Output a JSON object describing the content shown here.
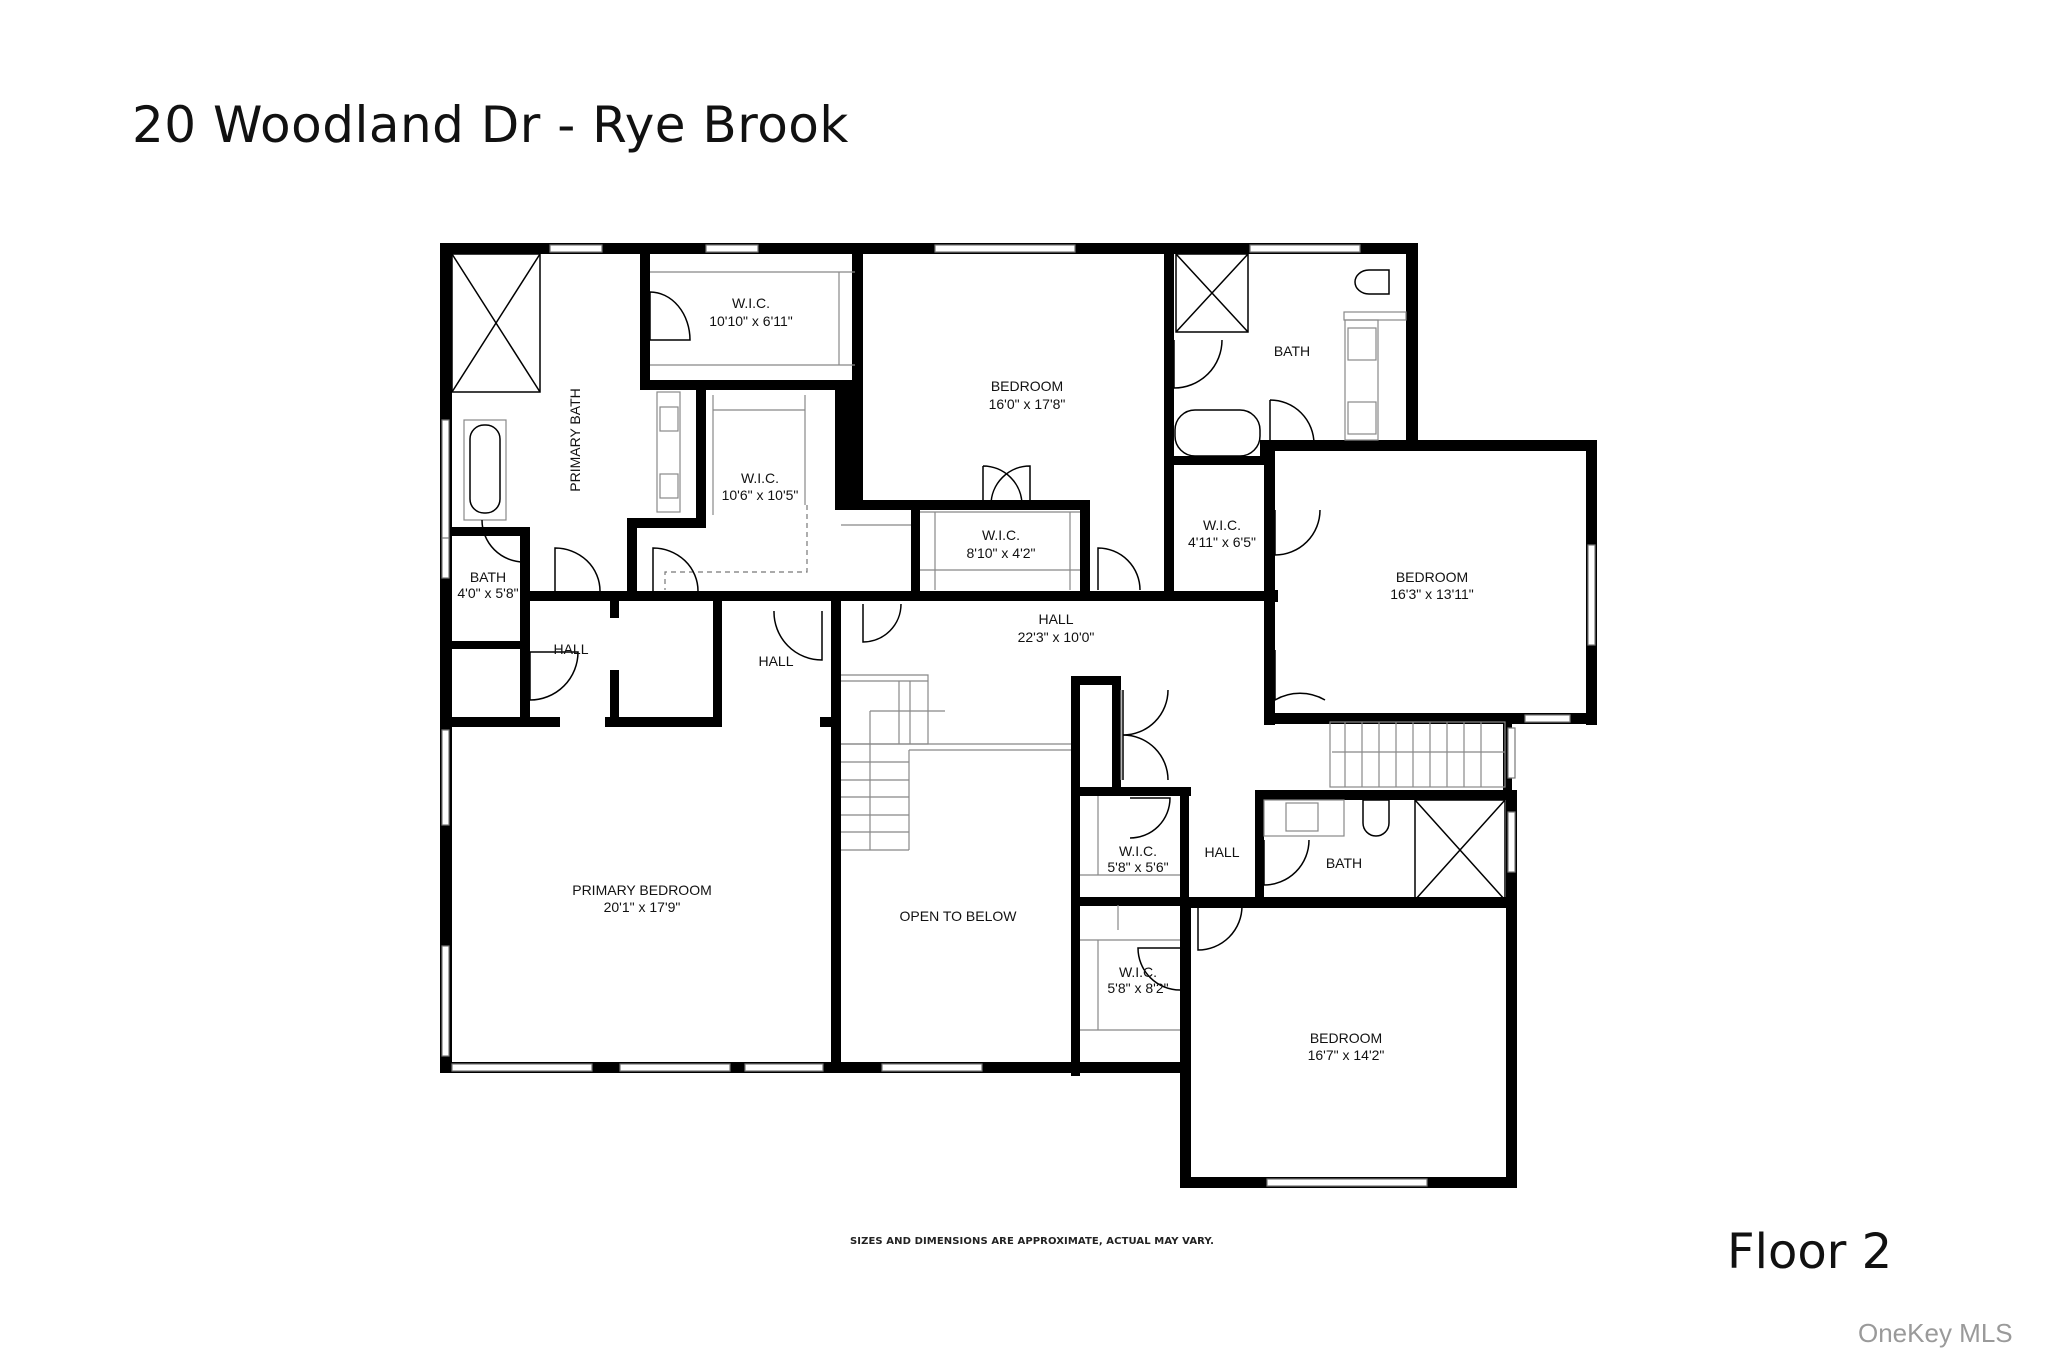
{
  "header": {
    "title": "20 Woodland Dr - Rye Brook"
  },
  "footer": {
    "disclaimer": "SIZES AND DIMENSIONS ARE APPROXIMATE, ACTUAL MAY VARY.",
    "floor_label": "Floor 2",
    "watermark": "OneKey MLS"
  },
  "rooms": [
    {
      "name": "W.I.C.",
      "size": "10'10\" x 6'11\""
    },
    {
      "name": "PRIMARY BATH",
      "size": ""
    },
    {
      "name": "W.I.C.",
      "size": "10'6\" x 10'5\""
    },
    {
      "name": "BEDROOM",
      "size": "16'0\" x 17'8\""
    },
    {
      "name": "BATH",
      "size": ""
    },
    {
      "name": "W.I.C.",
      "size": "8'10\" x 4'2\""
    },
    {
      "name": "W.I.C.",
      "size": "4'11\" x 6'5\""
    },
    {
      "name": "BEDROOM",
      "size": "16'3\" x 13'11\""
    },
    {
      "name": "BATH",
      "size": "4'0\" x 5'8\""
    },
    {
      "name": "HALL",
      "size": ""
    },
    {
      "name": "HALL",
      "size": ""
    },
    {
      "name": "HALL",
      "size": "22'3\" x 10'0\""
    },
    {
      "name": "PRIMARY BEDROOM",
      "size": "20'1\" x 17'9\""
    },
    {
      "name": "OPEN TO BELOW",
      "size": ""
    },
    {
      "name": "W.I.C.",
      "size": "5'8\" x 5'6\""
    },
    {
      "name": "HALL",
      "size": ""
    },
    {
      "name": "BATH",
      "size": ""
    },
    {
      "name": "W.I.C.",
      "size": "5'8\" x 8'2\""
    },
    {
      "name": "BEDROOM",
      "size": "16'7\" x 14'2\""
    }
  ]
}
